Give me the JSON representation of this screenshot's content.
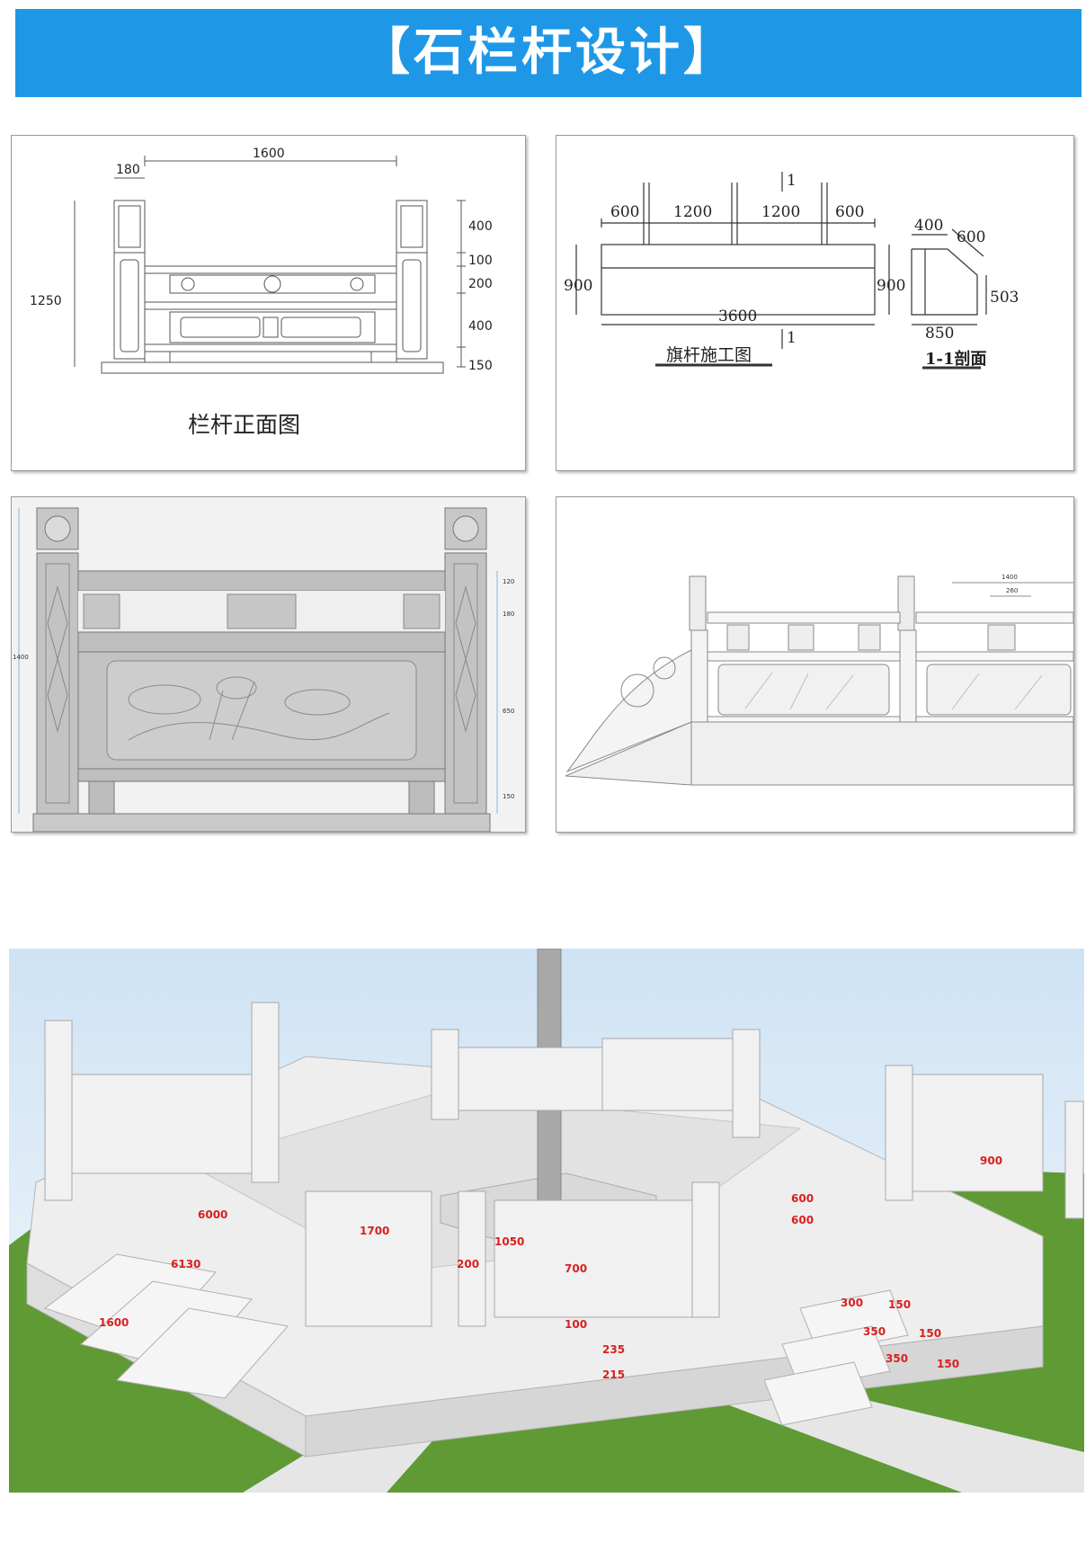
{
  "banner": {
    "title": "【石栏杆设计】",
    "color": "#1e98e6"
  },
  "front_elevation": {
    "caption": "栏杆正面图",
    "width_total": "1600",
    "post_width": "180",
    "height_total": "1250",
    "right_dims": [
      "400",
      "100",
      "200",
      "400",
      "150"
    ]
  },
  "flagpole": {
    "caption": "旗杆施工图",
    "top_dims": [
      "600",
      "1200",
      "1200",
      "600"
    ],
    "section_mark": "1",
    "height_left": "900",
    "height_right": "900",
    "bottom_dim": "3600",
    "section_caption": "1-1剖面",
    "section_top": "400",
    "section_slope": "600",
    "section_height": "503",
    "section_bottom": "850"
  },
  "carved_panel": {
    "dims": [
      "120",
      "180",
      "650",
      "150"
    ],
    "left_dim": "1400"
  },
  "stair_rail": {
    "dims": [
      "1400",
      "260"
    ]
  },
  "platform_3d": {
    "labels": [
      "6000",
      "6130",
      "1600",
      "1700",
      "1050",
      "700",
      "200",
      "100",
      "235",
      "215",
      "600",
      "600",
      "900",
      "300",
      "150",
      "350",
      "150",
      "350",
      "150"
    ]
  }
}
